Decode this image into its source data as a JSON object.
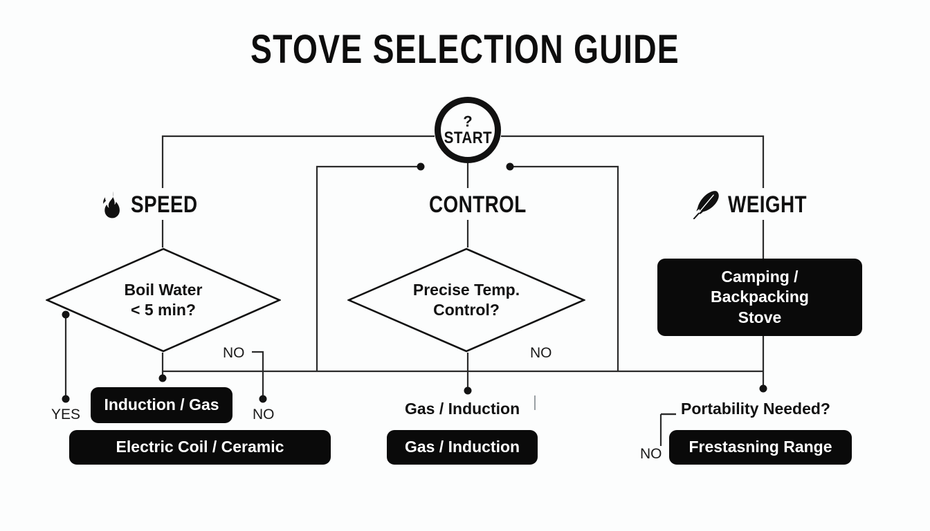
{
  "title": "STOVE SELECTION GUIDE",
  "colors": {
    "background": "#fcfdfd",
    "ink": "#0d0d0d",
    "box_fill": "#0a0a0a",
    "box_text": "#ffffff",
    "wire": "#2b2b2b"
  },
  "start": {
    "question_mark": "?",
    "label": "START"
  },
  "branches": [
    {
      "id": "speed",
      "label": "SPEED",
      "icon": "flame-icon"
    },
    {
      "id": "control",
      "label": "CONTROL",
      "icon": null
    },
    {
      "id": "weight",
      "label": "WEIGHT",
      "icon": "feather-icon"
    }
  ],
  "decisions": [
    {
      "id": "boil-water",
      "line1": "Boil Water",
      "line2": "< 5 min?"
    },
    {
      "id": "precise-temp",
      "line1": "Precise Temp.",
      "line2": "Control?"
    }
  ],
  "outcomes": {
    "camping": "Camping /\nBackpacking\nStove",
    "camping_lines": [
      "Camping /",
      "Backpacking",
      "Stove"
    ],
    "induction_gas": "Induction / Gas",
    "electric_coil": "Electric Coil / Ceramic",
    "gas_induction_box": "Gas / Induction",
    "freestanding": "Frestasning Range"
  },
  "plain_labels": {
    "gas_induction": "Gas / Induction",
    "portability": "Portability Needed?"
  },
  "edge_labels": {
    "no_speed_upper": "NO",
    "no_control": "NO",
    "yes_speed": "YES",
    "no_speed_lower": "NO",
    "no_weight": "NO"
  }
}
